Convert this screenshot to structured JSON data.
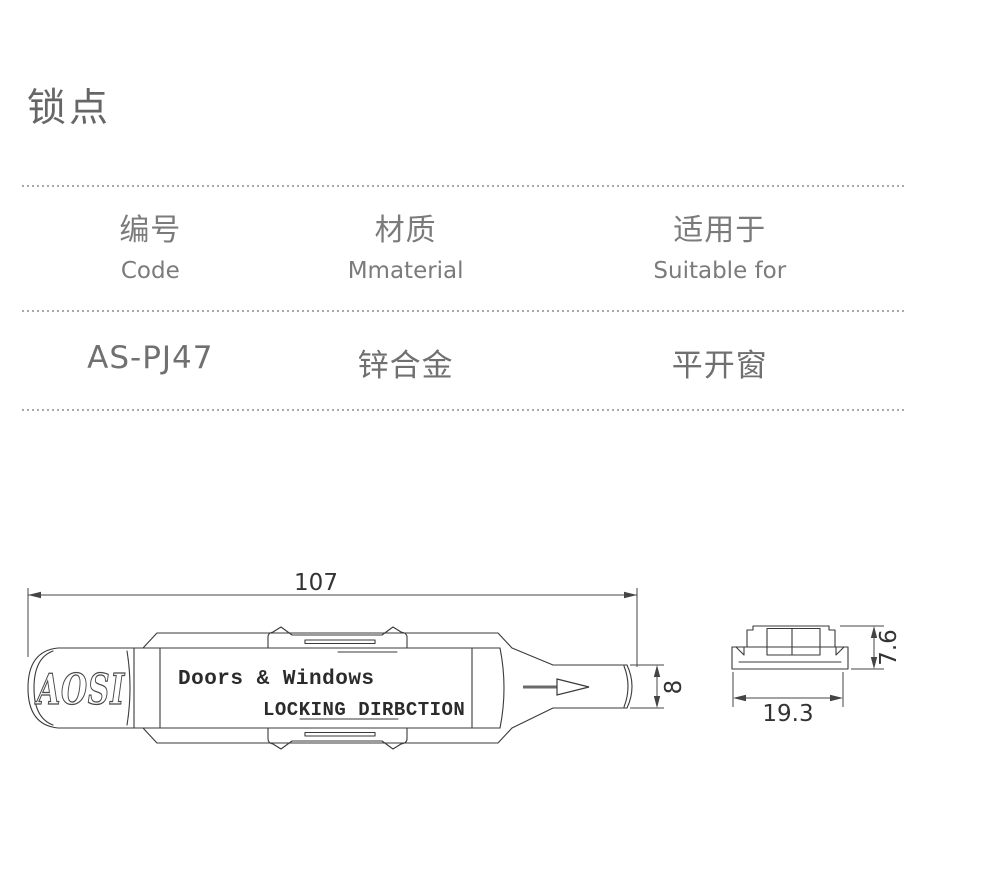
{
  "page": {
    "title": "锁点"
  },
  "table": {
    "columns": [
      {
        "zh": "编号",
        "en": "Code"
      },
      {
        "zh": "材质",
        "en": "Mmaterial"
      },
      {
        "zh": "适用于",
        "en": "Suitable for"
      }
    ],
    "row": {
      "code": "AS-PJ47",
      "material": "锌合金",
      "suitable": "平开窗"
    }
  },
  "drawing": {
    "brand": "AOSI",
    "label_line1": "Doors & Windows",
    "label_line2": "LOCKING DIRBCTION",
    "dim_length": "107",
    "dim_pin_diameter": "8",
    "dim_section_height": "7.6",
    "dim_section_width": "19.3"
  },
  "colors": {
    "line": "#3a3a3a",
    "table_text": "#7b7b7b",
    "title_text": "#666666",
    "dim_text": "#333333"
  }
}
